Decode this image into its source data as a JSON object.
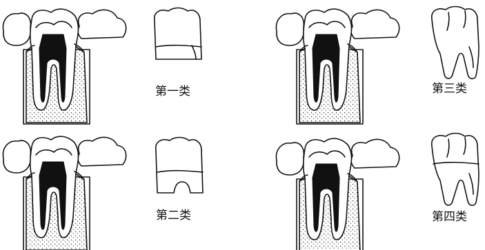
{
  "panels": [
    {
      "id": "class-1",
      "label": "第一类"
    },
    {
      "id": "class-2",
      "label": "第二类"
    },
    {
      "id": "class-3",
      "label": "第三类"
    },
    {
      "id": "class-4",
      "label": "第四类"
    }
  ]
}
